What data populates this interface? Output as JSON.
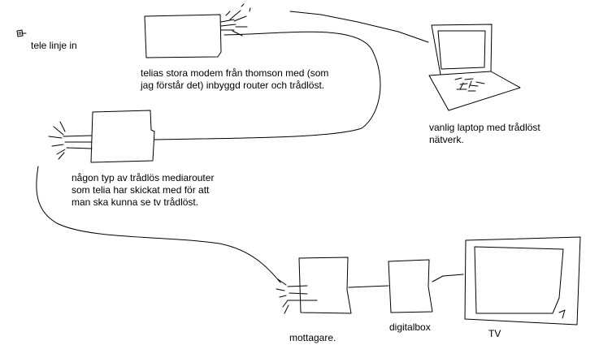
{
  "labels": {
    "tele": "tele linje in",
    "modem": [
      "telias stora modem från thomson med (som",
      "jag förstår det) inbyggd   router och trådlöst."
    ],
    "laptop": [
      "vanlig laptop med trådlöst",
      "nätverk."
    ],
    "mediarouter": [
      "någon typ av trådlös mediarouter",
      "som telia har skickat med för att",
      "man ska kunna se tv trådlöst."
    ],
    "mottagare": "mottagare.",
    "digitalbox": "digitalbox",
    "tv": "TV"
  },
  "colors": {
    "ink": "#000000",
    "background": "#ffffff"
  }
}
